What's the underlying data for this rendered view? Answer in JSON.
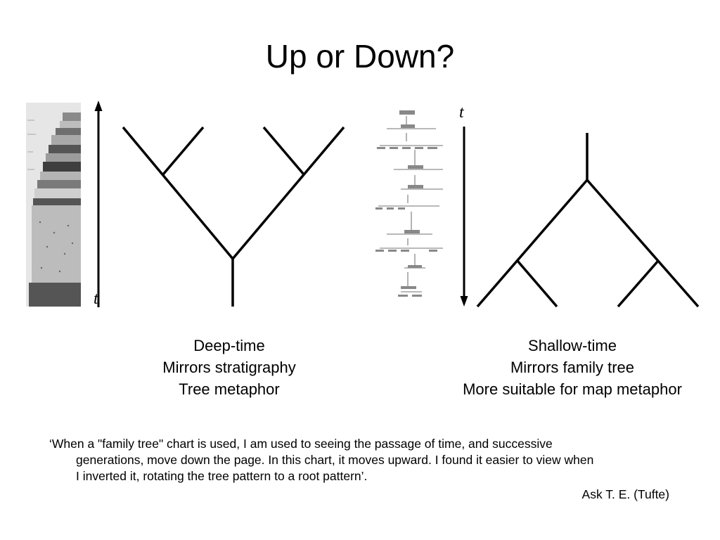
{
  "slide": {
    "title": "Up or Down?"
  },
  "left_panel": {
    "axis_label": "t",
    "caption": [
      "Deep-time",
      "Mirrors stratigraphy",
      "Tree metaphor"
    ]
  },
  "right_panel": {
    "axis_label": "t",
    "caption": [
      "Shallow-time",
      "Mirrors family tree",
      "More suitable for map metaphor"
    ]
  },
  "quote": {
    "lines": [
      "‘When a \"family tree\" chart is used, I am used to seeing the passage of time, and successive",
      "generations, move down the page. In this chart, it moves upward. I found it easier to view when",
      "I inverted it, rotating the tree pattern to a root pattern’."
    ],
    "attribution": "Ask T. E.  (Tufte)"
  }
}
